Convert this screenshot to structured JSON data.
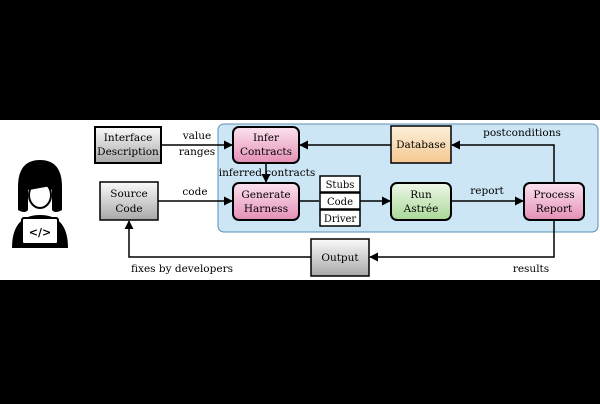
{
  "nodes": {
    "interface_description": [
      "Interface",
      "Description"
    ],
    "source_code": [
      "Source",
      "Code"
    ],
    "infer_contracts": [
      "Infer",
      "Contracts"
    ],
    "generate_harness": [
      "Generate",
      "Harness"
    ],
    "stubs": "Stubs",
    "code": "Code",
    "driver": "Driver",
    "run_astree": [
      "Run",
      "Astrée"
    ],
    "database": "Database",
    "process_report": [
      "Process",
      "Report"
    ],
    "output": "Output"
  },
  "edges": {
    "value_ranges": [
      "value",
      "ranges"
    ],
    "code": "code",
    "inferred_contracts": "inferred contracts",
    "report": "report",
    "postconditions": "postconditions",
    "results": "results",
    "fixes_by_developers": "fixes by developers"
  },
  "icons": {
    "developer": "developer-with-laptop-icon"
  },
  "colors": {
    "pink": "#e8a6c4",
    "orange": "#f6d6a8",
    "green": "#bfe3b0",
    "gray": "#d9d9d9",
    "panel": "#cde6f5"
  }
}
